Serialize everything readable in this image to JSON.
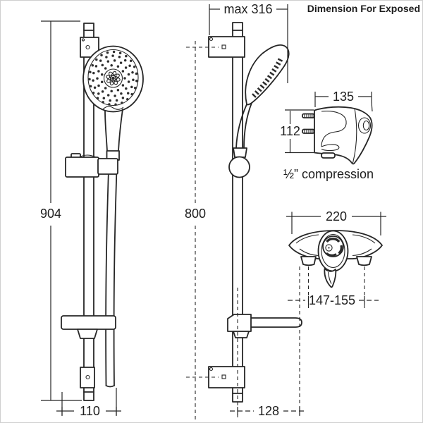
{
  "title": "Dimension For Exposed",
  "labels": {
    "rail_height": "904",
    "base_width": "110",
    "max_projection": "max 316",
    "fixing_centres": "800",
    "rail_offset": "128",
    "valve_depth": "135",
    "valve_height": "112",
    "connection": "½” compression",
    "valve_width": "220",
    "inlet_centres": "147-155"
  },
  "colors": {
    "line": "#262626",
    "background": "#ffffff"
  }
}
